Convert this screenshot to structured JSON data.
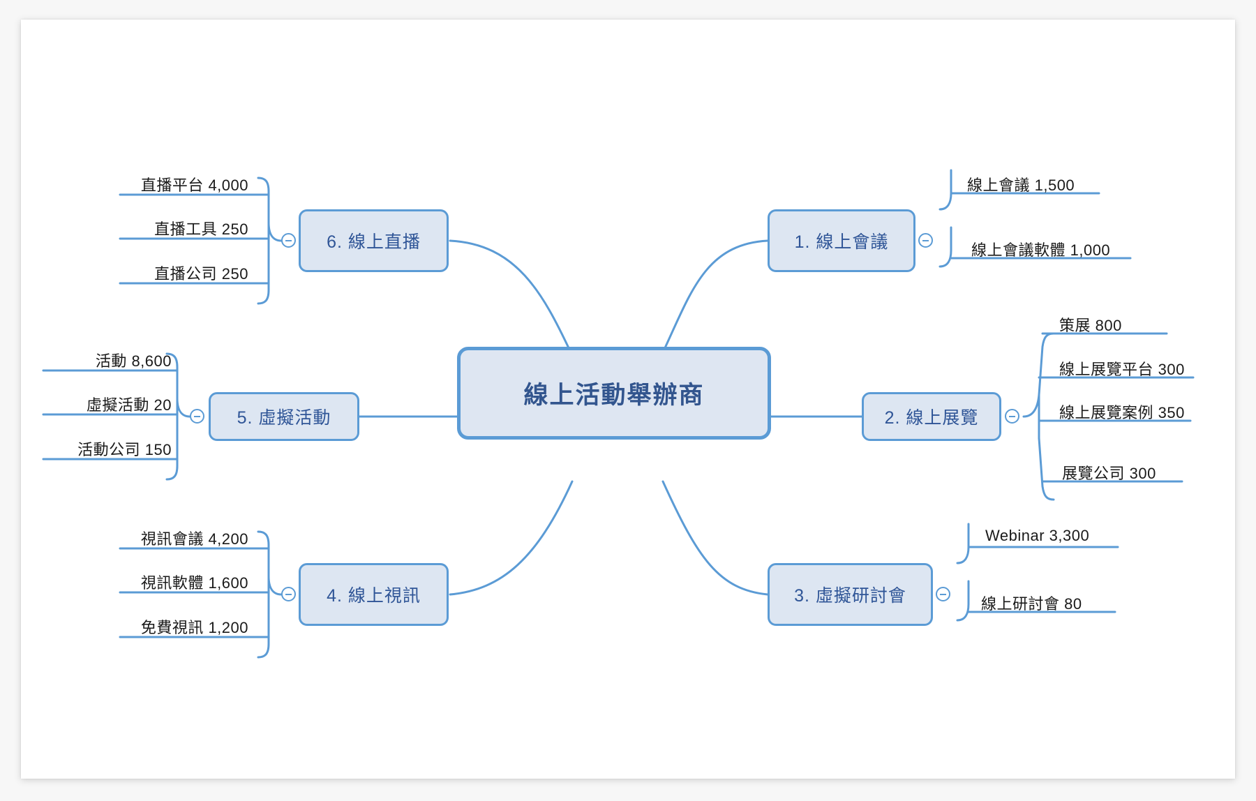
{
  "canvas": {
    "background": "#ffffff",
    "page_background": "#f7f7f7"
  },
  "colors": {
    "accent": "#5b9bd5",
    "node_fill": "#dde6f2",
    "center_text": "#32558e",
    "branch_text": "#2f5597",
    "leaf_text": "#1a1a1a"
  },
  "map": {
    "root": {
      "label": "線上活動舉辦商"
    },
    "branches": [
      {
        "id": "branch-1",
        "label": "1. 線上會議",
        "side": "right",
        "toggle": "collapse-toggle",
        "children": [
          {
            "label": "線上會議 1,500"
          },
          {
            "label": "線上會議軟體 1,000"
          }
        ]
      },
      {
        "id": "branch-2",
        "label": "2. 線上展覽",
        "side": "right",
        "toggle": "collapse-toggle",
        "children": [
          {
            "label": "策展 800"
          },
          {
            "label": "線上展覽平台 300"
          },
          {
            "label": "線上展覽案例 350"
          },
          {
            "label": "展覽公司 300"
          }
        ]
      },
      {
        "id": "branch-3",
        "label": "3. 虛擬研討會",
        "side": "right",
        "toggle": "collapse-toggle",
        "children": [
          {
            "label": "Webinar 3,300"
          },
          {
            "label": "線上研討會 80"
          }
        ]
      },
      {
        "id": "branch-4",
        "label": "4. 線上視訊",
        "side": "left",
        "toggle": "collapse-toggle",
        "children": [
          {
            "label": "視訊會議 4,200"
          },
          {
            "label": "視訊軟體 1,600"
          },
          {
            "label": "免費視訊 1,200"
          }
        ]
      },
      {
        "id": "branch-5",
        "label": "5. 虛擬活動",
        "side": "left",
        "toggle": "collapse-toggle",
        "children": [
          {
            "label": "活動 8,600"
          },
          {
            "label": "虛擬活動 20"
          },
          {
            "label": "活動公司 150"
          }
        ]
      },
      {
        "id": "branch-6",
        "label": "6. 線上直播",
        "side": "left",
        "toggle": "collapse-toggle",
        "children": [
          {
            "label": "直播平台 4,000"
          },
          {
            "label": "直播工具 250"
          },
          {
            "label": "直播公司 250"
          }
        ]
      }
    ]
  }
}
